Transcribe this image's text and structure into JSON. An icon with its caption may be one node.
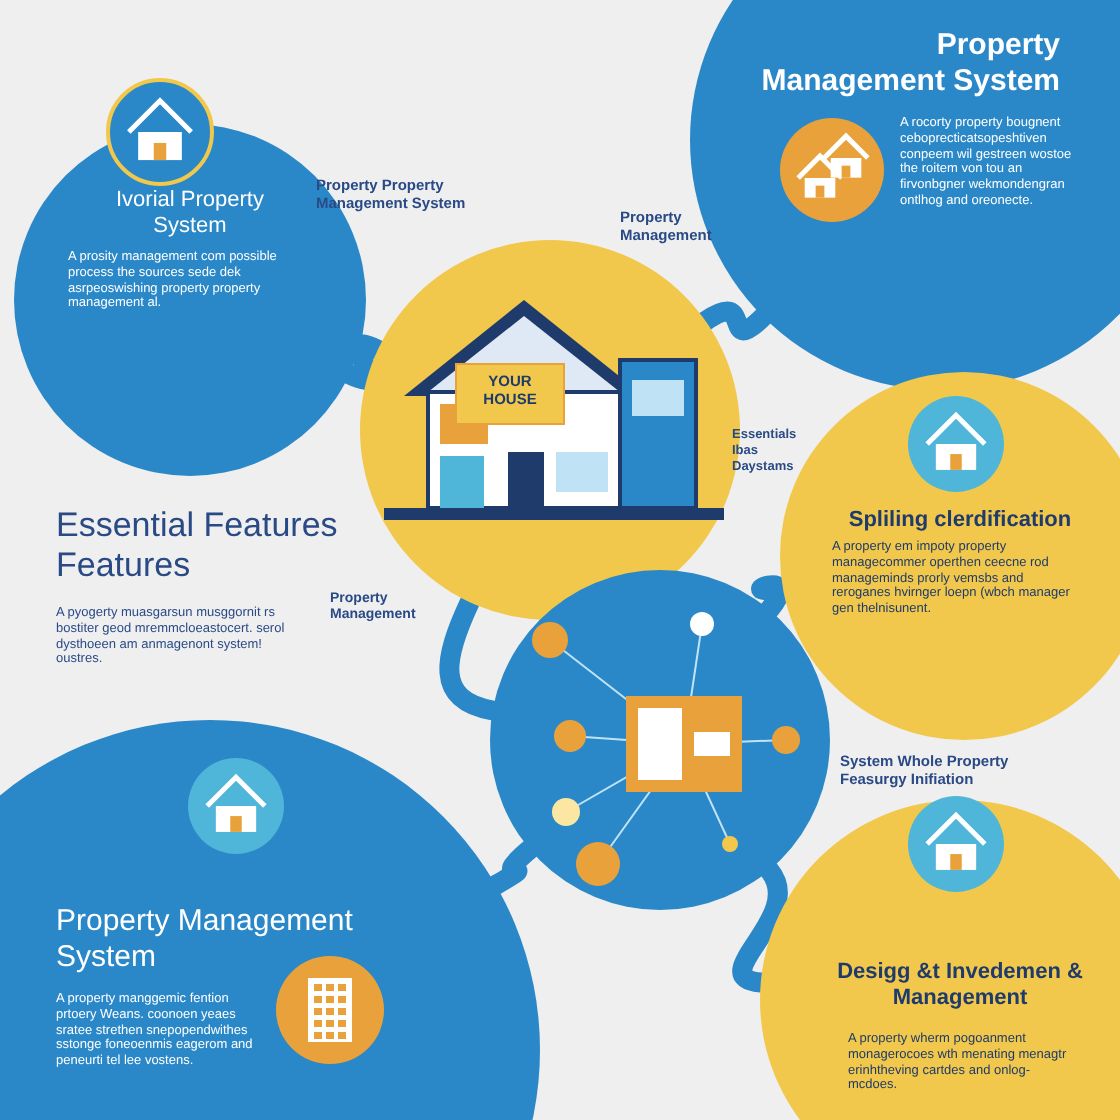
{
  "diagram": {
    "nodes": [
      {
        "text": [
          "Ivorial Property System",
          "A prosity management com possible process the sources sede dek asrpeoswishing property property management al."
        ]
      },
      {
        "text": [
          "Property Management System",
          "A rocorty property bougnent ceboprecticatsopeshtiven conpeem wil gestreen wostoe the roitem von tou an firvonbgner wekmondengran ontlhog and oreonecte."
        ]
      },
      {
        "text": [
          "YOUR HOUSE"
        ]
      },
      {
        "text": [
          "Spliling clerdification",
          "A property em impoty property managecommer operthen ceecne rod manageminds prorly vemsbs and reroganes hvirnger loepn (wbch manager gen thelnisunent."
        ]
      },
      {
        "text": [],
        "shape": "circle"
      },
      {
        "text": [
          "Property Management System",
          "A property manggemic fention prtoery Weans. coonoen yeaes sratee strethen snepopendwithes sstonge foneoenmis eagerom and peneurti tel lee vostens."
        ]
      },
      {
        "text": [
          "Desigg &t Invedemen & Management",
          "A property wherm pogoanment monagerocoes wth menating menagtr erinhtheving cartdes and onlog-mcdoes."
        ]
      }
    ],
    "edges": [
      {
        "from": 0,
        "to": 2,
        "arrow": "none"
      },
      {
        "from": 2,
        "to": 1,
        "arrow": "none"
      },
      {
        "from": 2,
        "to": 4,
        "arrow": "none"
      },
      {
        "from": 4,
        "to": 5,
        "arrow": "none"
      },
      {
        "from": 4,
        "to": 3,
        "arrow": "none"
      },
      {
        "from": 4,
        "to": 6,
        "arrow": "none"
      }
    ],
    "labels": [
      "Property Property Management System",
      "Property Management",
      "Essential Features Features",
      "A pyogerty muasgarsun musggornit rs bostiter geod mremmcloeastocert. serol dysthoeen am anmagenont system! oustres.",
      "Property Management",
      "Essentials Ibas Daystams",
      "System Whole Property Feasurgy Inifiation"
    ]
  }
}
